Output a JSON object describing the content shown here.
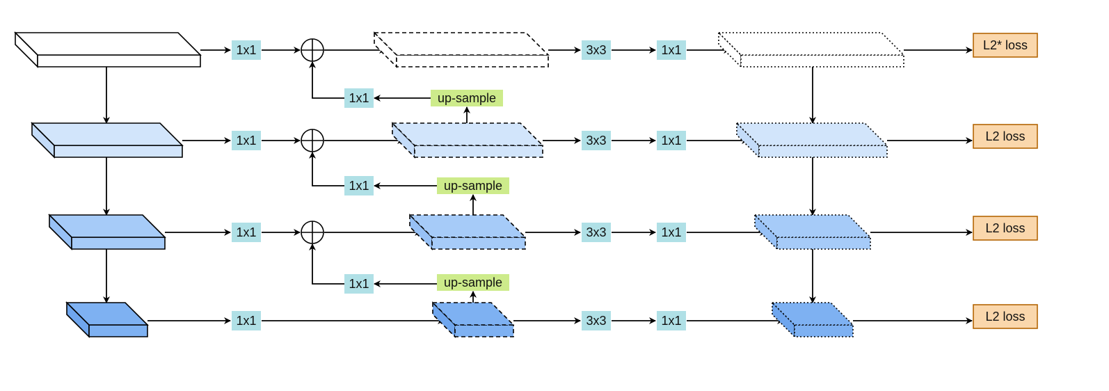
{
  "colors": {
    "conv_box": "#b0e0e6",
    "upsample_box": "#cdeb8b",
    "loss_fill": "#fad7ac",
    "loss_stroke": "#b46504",
    "level_fill": [
      "#ffffff",
      "#d2e5fb",
      "#a6cbf8",
      "#7eb1f2"
    ],
    "level_side": [
      "#ffffff",
      "#c4dcf9",
      "#97c1f6",
      "#6fa6ee"
    ],
    "line": "#000000"
  },
  "labels": {
    "conv1": "1x1",
    "conv3": "3x3",
    "upsample": "up-sample"
  },
  "losses": [
    "L2* loss",
    "L2 loss",
    "L2 loss",
    "L2 loss"
  ],
  "icons": {
    "add": "add-circle-icon"
  }
}
